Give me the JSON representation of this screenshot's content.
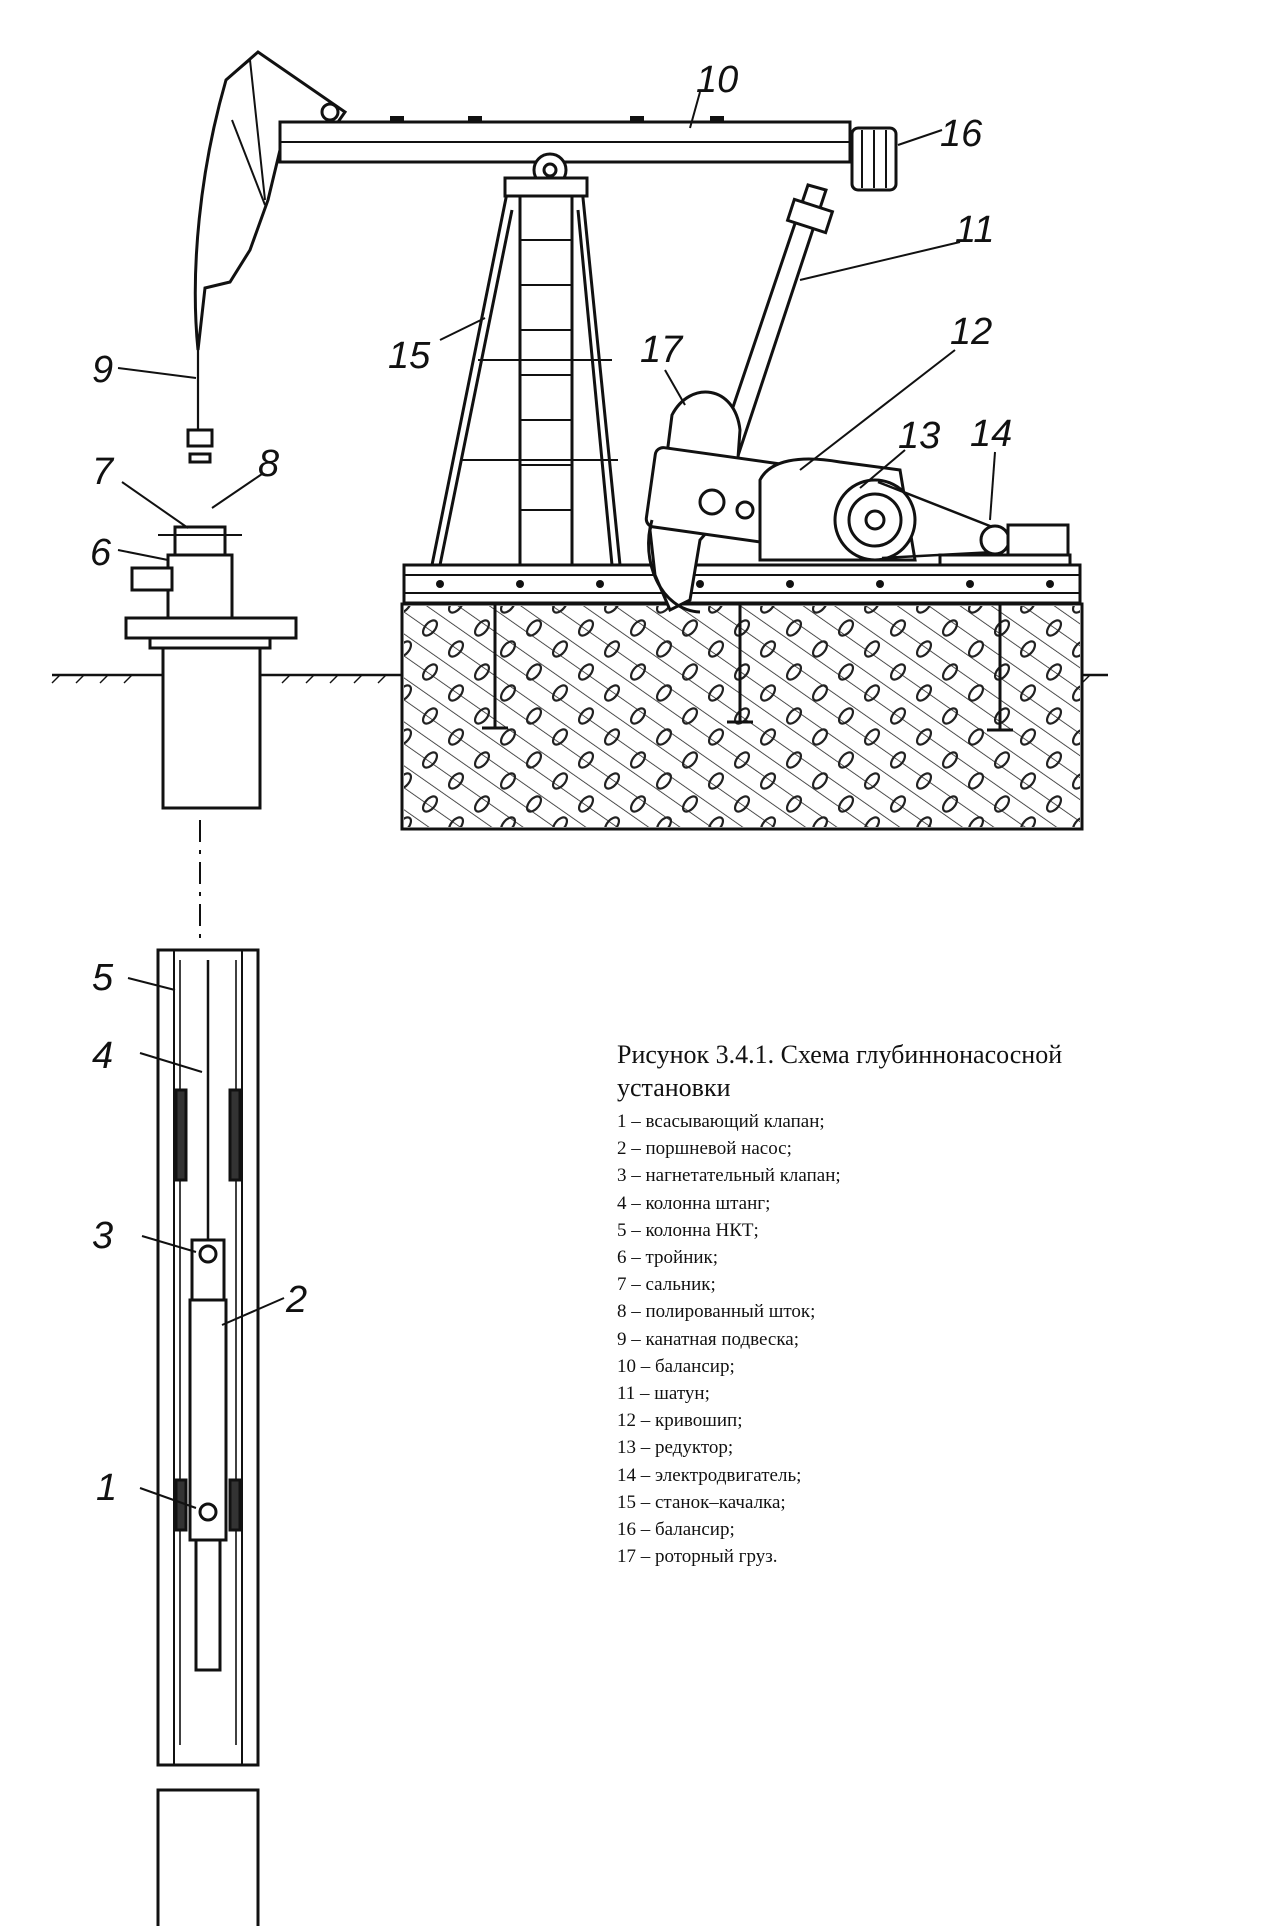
{
  "figure": {
    "callout_numbers": [
      "1",
      "2",
      "3",
      "4",
      "5",
      "6",
      "7",
      "8",
      "9",
      "10",
      "11",
      "12",
      "13",
      "14",
      "15",
      "16",
      "17"
    ],
    "caption": {
      "title": "Рисунок 3.4.1. Схема глубиннонасосной установки",
      "legend": [
        "1 – всасывающий клапан;",
        "2 – поршневой насос;",
        "3 – нагнетательный клапан;",
        "4 – колонна штанг;",
        "5 – колонна НКТ;",
        "6 – тройник;",
        "7 – сальник;",
        "8 – полированный шток;",
        "9 – канатная подвеска;",
        "10 – балансир;",
        "11 – шатун;",
        "12 – кривошип;",
        "13 – редуктор;",
        "14 – электродвигатель;",
        "15 – станок–качалка;",
        "16 – балансир;",
        "17 – роторный груз."
      ]
    }
  }
}
